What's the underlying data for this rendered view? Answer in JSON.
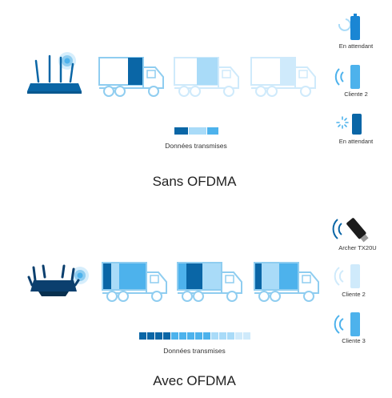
{
  "colors": {
    "dark_blue": "#0a66a6",
    "mid_blue": "#4db2ec",
    "light_blue": "#a9dbf8",
    "outline_light": "#cfeafb",
    "outline_strong": "#8fcdf0"
  },
  "top": {
    "title": "Sans OFDMA",
    "legend_caption": "Données transmises",
    "devices": [
      {
        "label": "En attendant",
        "icon": "phone-waiting-icon"
      },
      {
        "label": "Cliente 2",
        "icon": "phone-receiving-icon"
      },
      {
        "label": "En attendant",
        "icon": "phone-waiting-icon"
      }
    ]
  },
  "bottom": {
    "title": "Avec OFDMA",
    "legend_caption": "Données transmises",
    "devices": [
      {
        "label": "Archer TX20U",
        "icon": "usb-adapter-icon"
      },
      {
        "label": "Cliente 2",
        "icon": "phone-receiving-icon"
      },
      {
        "label": "Cliente 3",
        "icon": "phone-receiving-icon"
      }
    ]
  }
}
